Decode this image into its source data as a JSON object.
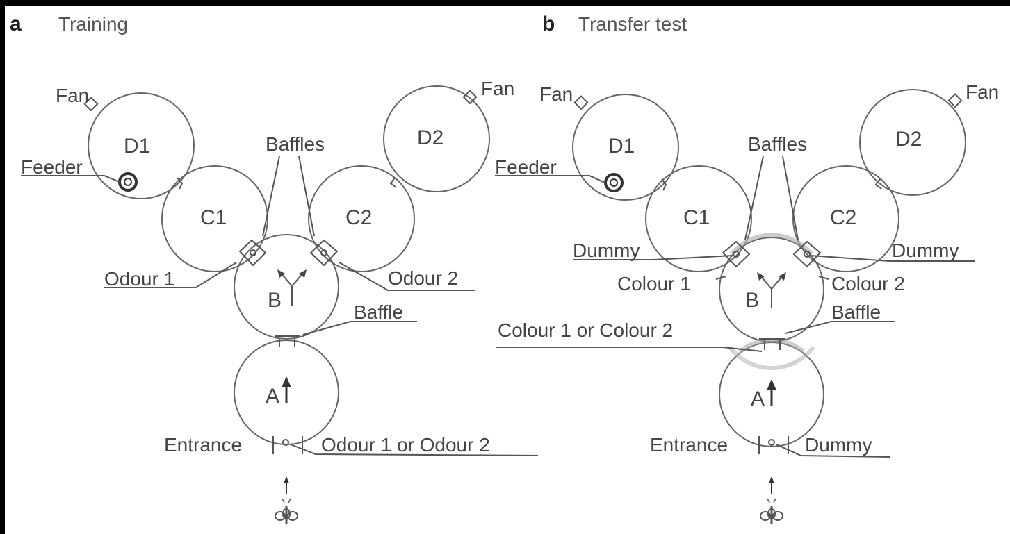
{
  "panels": {
    "a": {
      "letter": "a",
      "title": "Training",
      "labels": {
        "fan_left": "Fan",
        "fan_right": "Fan",
        "d1": "D1",
        "d2": "D2",
        "feeder": "Feeder",
        "baffles": "Baffles",
        "c1": "C1",
        "c2": "C2",
        "odour1": "Odour 1",
        "odour2": "Odour 2",
        "b": "B",
        "baffle": "Baffle",
        "a": "A",
        "entrance": "Entrance",
        "entrance_odour": "Odour 1 or Odour 2"
      }
    },
    "b": {
      "letter": "b",
      "title": "Transfer test",
      "labels": {
        "fan_left": "Fan",
        "fan_right": "Fan",
        "d1": "D1",
        "d2": "D2",
        "feeder": "Feeder",
        "baffles": "Baffles",
        "c1": "C1",
        "c2": "C2",
        "dummy_left": "Dummy",
        "dummy_right": "Dummy",
        "colour1": "Colour 1",
        "colour2": "Colour 2",
        "b": "B",
        "baffle": "Baffle",
        "colour_choice": "Colour 1 or Colour 2",
        "a": "A",
        "entrance": "Entrance",
        "entrance_dummy": "Dummy"
      }
    }
  }
}
